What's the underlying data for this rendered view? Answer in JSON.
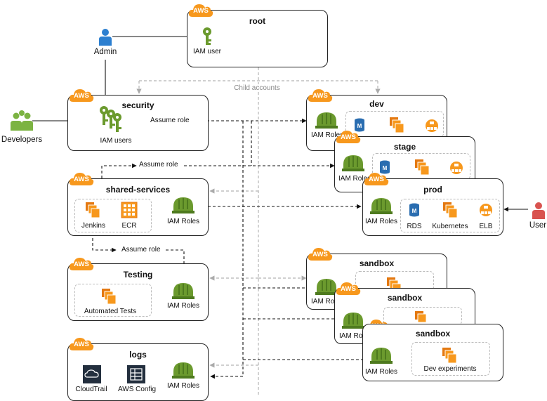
{
  "people": {
    "admin": "Admin",
    "developers": "Developers",
    "user": "User"
  },
  "aws_badge": "AWS",
  "accounts": {
    "root": {
      "title": "root",
      "icon_label": "IAM user"
    },
    "security": {
      "title": "security",
      "icon_label": "IAM users",
      "assume_label": "Assume role"
    },
    "shared": {
      "title": "shared-services",
      "jenkins": "Jenkins",
      "ecr": "ECR",
      "roles": "IAM Roles",
      "assume_label": "Assume role"
    },
    "testing": {
      "title": "Testing",
      "tests": "Automated Tests",
      "roles": "IAM Roles"
    },
    "logs": {
      "title": "logs",
      "cloudtrail": "CloudTrail",
      "config": "AWS Config",
      "roles": "IAM Roles"
    },
    "dev": {
      "title": "dev",
      "roles": "IAM Roles"
    },
    "stage": {
      "title": "stage",
      "roles": "IAM Roles"
    },
    "prod": {
      "title": "prod",
      "roles": "IAM Roles",
      "rds": "RDS",
      "k8s": "Kubernetes",
      "elb": "ELB"
    },
    "sandbox1": {
      "title": "sandbox",
      "roles": "IAM Roles"
    },
    "sandbox2": {
      "title": "sandbox",
      "roles": "IAM Roles"
    },
    "sandbox3": {
      "title": "sandbox",
      "roles": "IAM Roles",
      "experiments": "Dev experiments"
    }
  },
  "edges": {
    "child_accounts": "Child accounts",
    "testing_assume": "Assume role"
  },
  "colors": {
    "aws_orange": "#f7981d",
    "person_blue": "#2c7fd0",
    "person_green": "#7cb342",
    "person_red": "#d9534f",
    "iam_green": "#6b9a2e",
    "rds_blue": "#2a6db0",
    "edge_gray": "#b0b0b0"
  }
}
